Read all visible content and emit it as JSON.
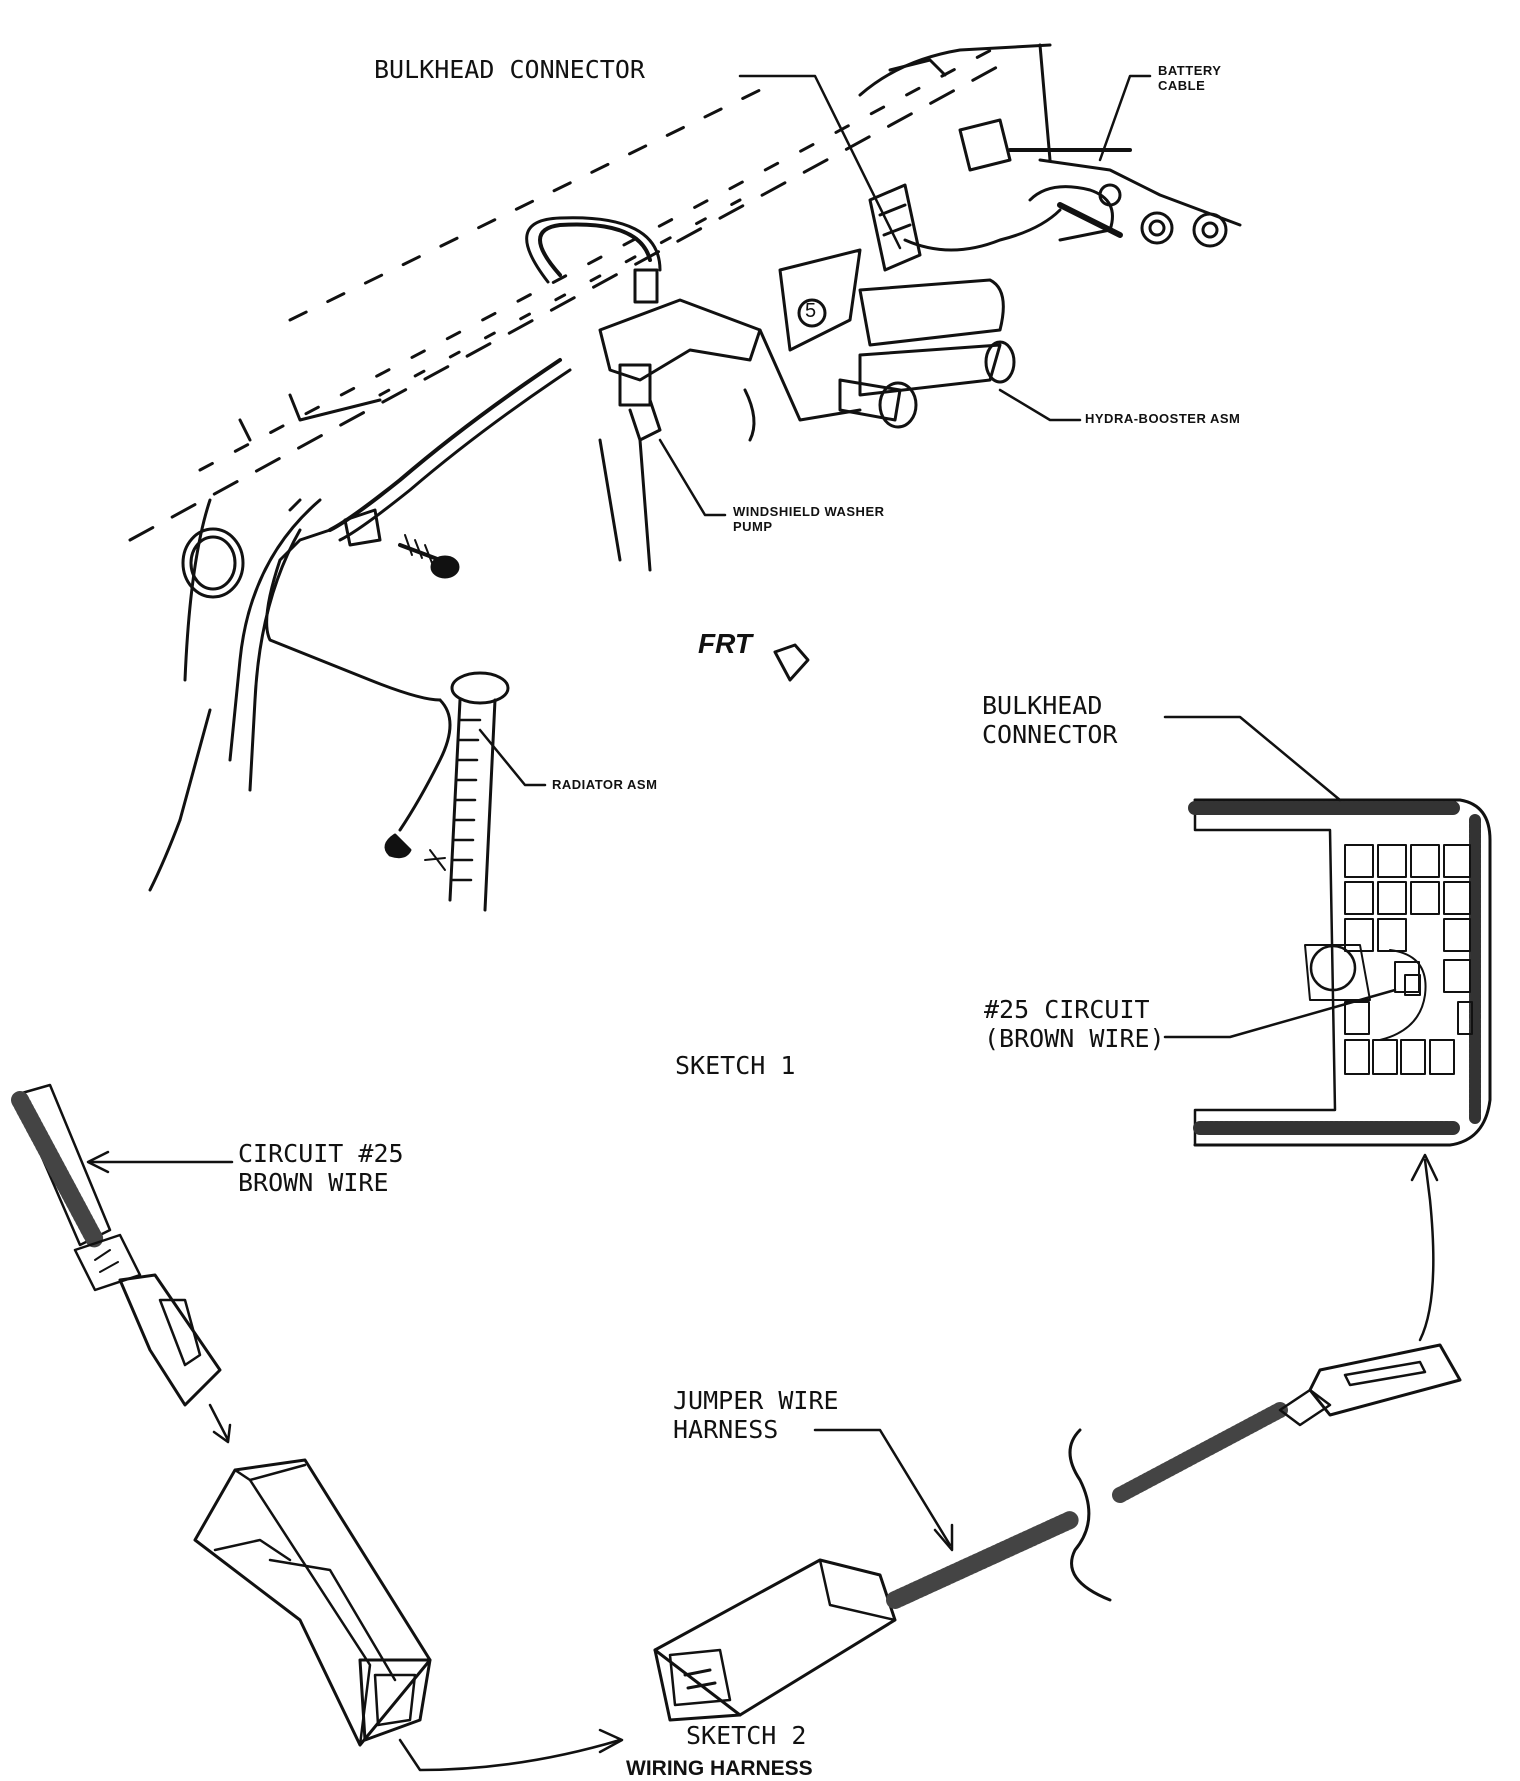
{
  "labels": {
    "bulkhead_top": "BULKHEAD CONNECTOR",
    "battery_cable": "BATTERY\nCABLE",
    "hydra_booster": "HYDRA-BOOSTER ASM",
    "washer_pump": "WINDSHIELD WASHER\nPUMP",
    "radiator": "RADIATOR ASM",
    "frt": "FRT",
    "callout_5": "5",
    "bulkhead_right": "BULKHEAD\nCONNECTOR",
    "circuit_25_brown": "#25 CIRCUIT\n(BROWN WIRE)",
    "sketch1": "SKETCH 1",
    "circuit_left": "CIRCUIT #25\nBROWN WIRE",
    "jumper": "JUMPER WIRE\nHARNESS",
    "sketch2": "SKETCH 2",
    "caption": "WIRING HARNESS"
  },
  "colors": {
    "ink": "#111111",
    "paper": "#ffffff"
  }
}
